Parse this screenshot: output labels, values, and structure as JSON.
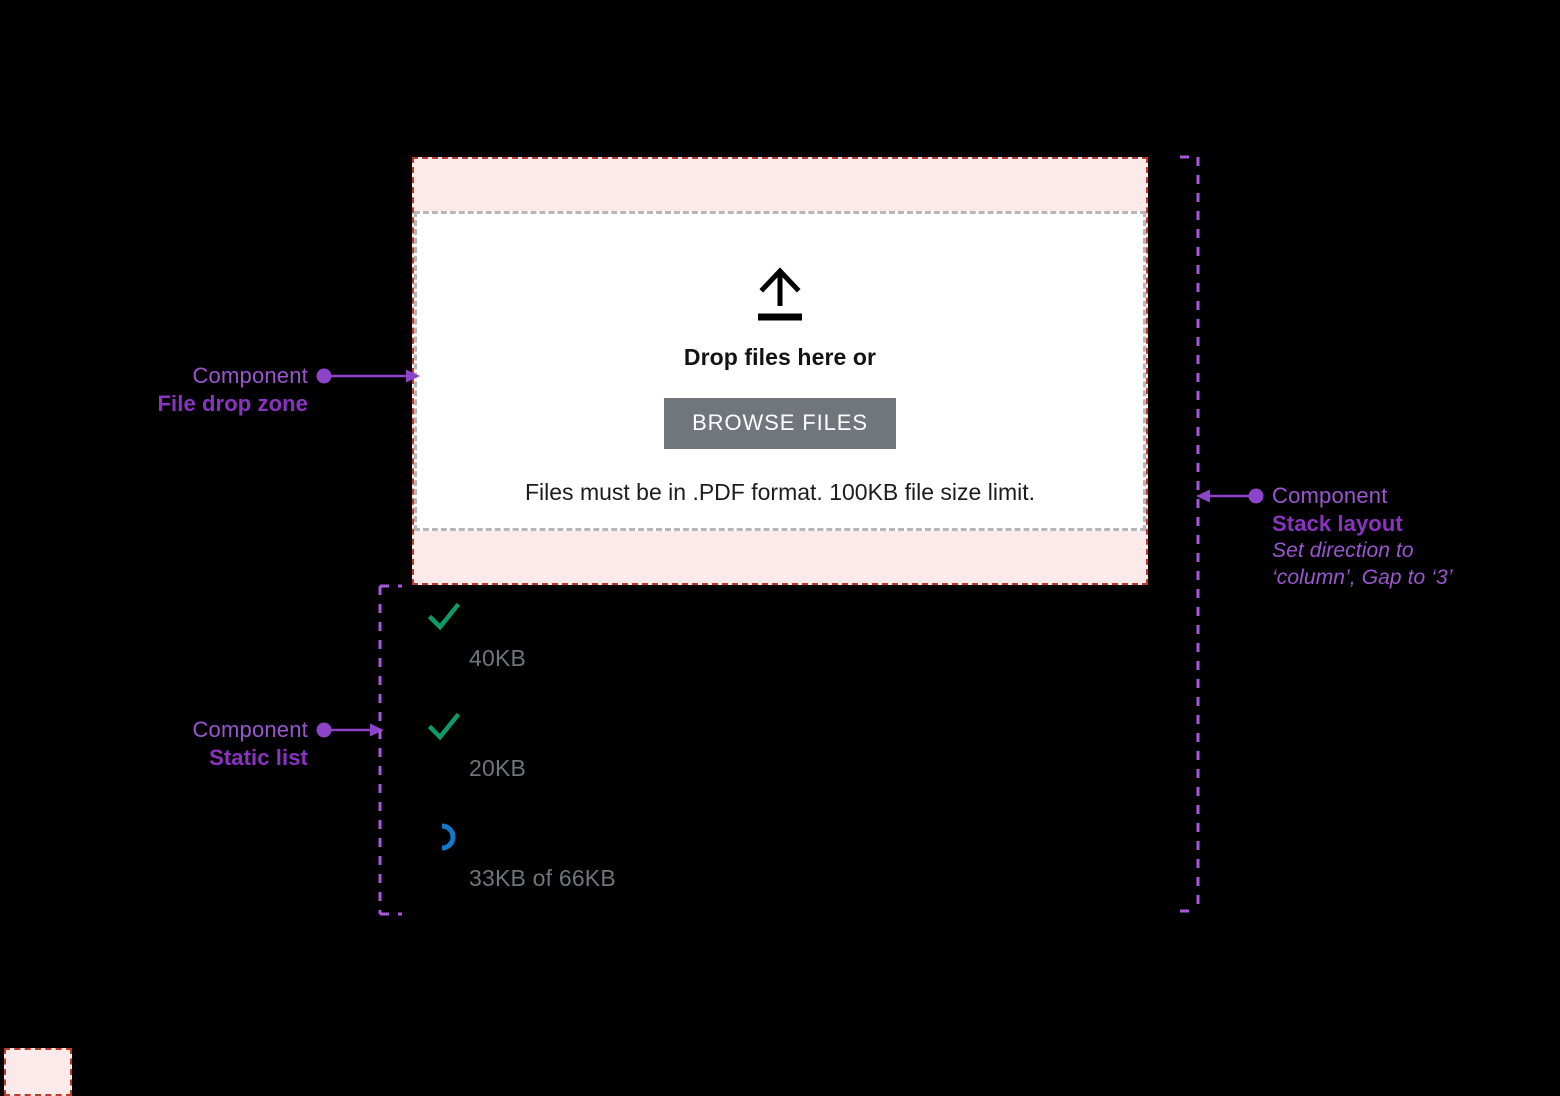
{
  "canvas": {
    "background": "#000000",
    "accent_purple": "#8e44c9",
    "pink_fill": "#fce9e9",
    "pink_border": "#c0392b",
    "dropzone_border": "#b7b7b7",
    "button_bg": "#71767c",
    "success_green": "#0e9b6a",
    "progress_blue": "#1278c8"
  },
  "upload_card": {
    "drop_title": "Drop files here or",
    "browse_label": "BROWSE FILES",
    "hint": "Files must be in .PDF format. 100KB file size limit.",
    "upload_icon": "upload-arrow-icon"
  },
  "file_list": {
    "items": [
      {
        "name": "",
        "size": "40KB",
        "status": "complete",
        "status_icon": "check-icon"
      },
      {
        "name": "",
        "size": "20KB",
        "status": "complete",
        "status_icon": "check-icon"
      },
      {
        "name": "",
        "size": "33KB of 66KB",
        "status": "uploading",
        "status_icon": "spinner-icon"
      }
    ]
  },
  "annotations": {
    "file_drop_zone": {
      "kind": "Component",
      "name": "File drop zone"
    },
    "static_list": {
      "kind": "Component",
      "name": "Static list"
    },
    "stack_layout": {
      "kind": "Component",
      "name": "Stack layout",
      "note_line1": "Set direction to",
      "note_line2": "‘column’, Gap to ‘3’"
    }
  }
}
